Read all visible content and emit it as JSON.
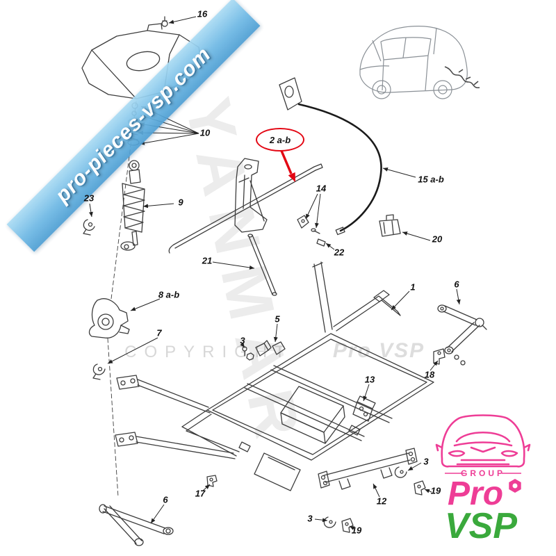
{
  "watermark": {
    "ribbon_text": "pro-pieces-vsp.com",
    "copyright_text": "COPYRIGHT",
    "brand_watermark": "Pro VSP",
    "diagonal_watermark": "YANMAR"
  },
  "highlight": {
    "label": "2 a-b",
    "color": "#e30613"
  },
  "parts": [
    {
      "text": "16"
    },
    {
      "text": "10"
    },
    {
      "text": "9"
    },
    {
      "text": "23"
    },
    {
      "text": "14"
    },
    {
      "text": "15 a-b"
    },
    {
      "text": "20"
    },
    {
      "text": "22"
    },
    {
      "text": "21"
    },
    {
      "text": "8 a-b"
    },
    {
      "text": "1"
    },
    {
      "text": "6"
    },
    {
      "text": "7"
    },
    {
      "text": "3"
    },
    {
      "text": "5"
    },
    {
      "text": "13"
    },
    {
      "text": "18"
    },
    {
      "text": "3"
    },
    {
      "text": "19"
    },
    {
      "text": "12"
    },
    {
      "text": "3"
    },
    {
      "text": "19"
    },
    {
      "text": "6"
    },
    {
      "text": "17"
    }
  ],
  "logo": {
    "group_label": "GROUP",
    "pro": "Pro",
    "vsp": "VSP",
    "pink": "#ee3d96",
    "green": "#3aa93c"
  },
  "colors": {
    "ribbon_blue": "#6fb9e5",
    "highlight_red": "#e30613",
    "line": "#3c3c3c"
  }
}
